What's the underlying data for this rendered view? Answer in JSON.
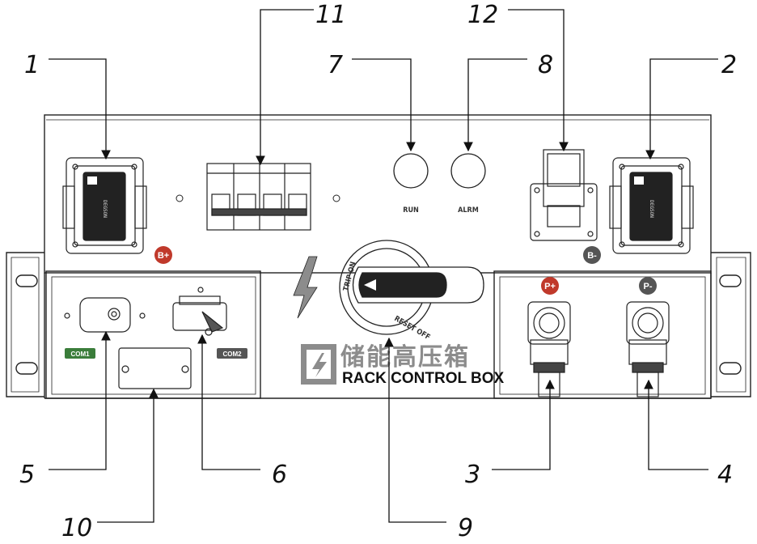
{
  "callouts": [
    "1",
    "2",
    "3",
    "4",
    "5",
    "6",
    "7",
    "8",
    "9",
    "10",
    "11",
    "12"
  ],
  "labels": {
    "run": "RUN",
    "alrm": "ALRM",
    "b_plus": "B+",
    "b_minus": "B-",
    "p_plus": "P+",
    "p_minus": "P-",
    "com1": "COM1",
    "com2": "COM2",
    "trip_on": "TRIP ON",
    "reset_off": "RESET OFF",
    "title_cn": "储能高压箱",
    "title_en": "RACK CONTROL BOX"
  },
  "colors": {
    "b_plus": "#c0392b",
    "b_minus": "#555555",
    "p_plus": "#c0392b",
    "p_minus": "#555555",
    "com": "#3a7d3a",
    "logo_bg": "#8c8c8c"
  }
}
